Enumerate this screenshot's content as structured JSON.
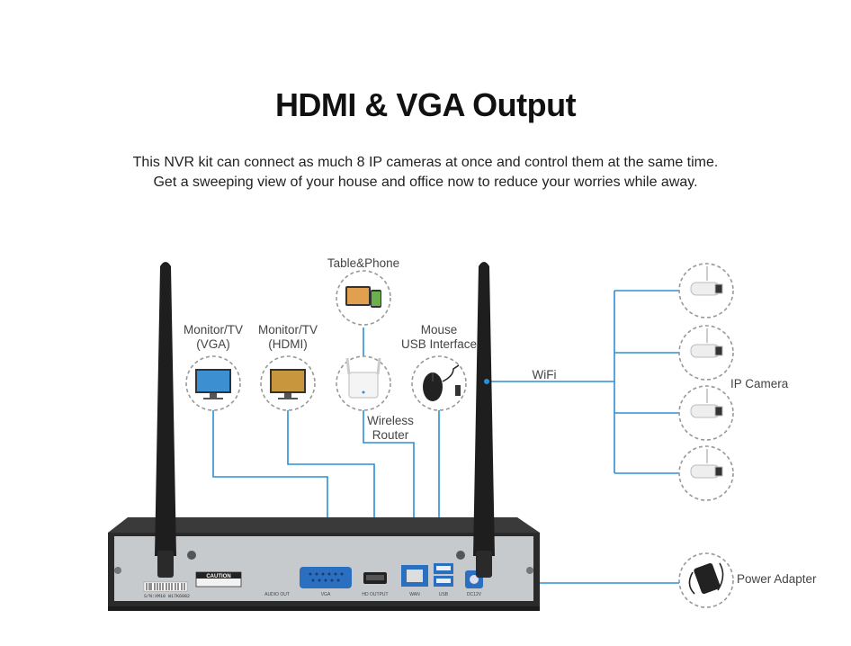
{
  "header": {
    "title": "HDMI & VGA Output",
    "subtitle_line1": "This NVR kit can connect as much 8 IP cameras at once and control them at the same time.",
    "subtitle_line2": "Get a sweeping view of your house and office now to reduce your worries while away."
  },
  "labels": {
    "tablet_phone": "Table&Phone",
    "monitor_vga_1": "Monitor/TV",
    "monitor_vga_2": "(VGA)",
    "monitor_hdmi_1": "Monitor/TV",
    "monitor_hdmi_2": "(HDMI)",
    "mouse_1": "Mouse",
    "mouse_2": "USB Interface",
    "router_1": "Wireless",
    "router_2": "Router",
    "wifi": "WiFi",
    "ip_camera": "IP Camera",
    "power_adapter": "Power Adapter"
  },
  "device_panel": {
    "caution": "CAUTION",
    "ports": [
      "AUDIO OUT",
      "VGA",
      "HD OUTPUT",
      "WAN",
      "USB",
      "DC12V"
    ],
    "serial": "S/N:XM10 W17K6082"
  },
  "colors": {
    "connector_line": "#2b8fd6",
    "device_body": "#2c2c2c",
    "panel": "#c9ccd0"
  }
}
